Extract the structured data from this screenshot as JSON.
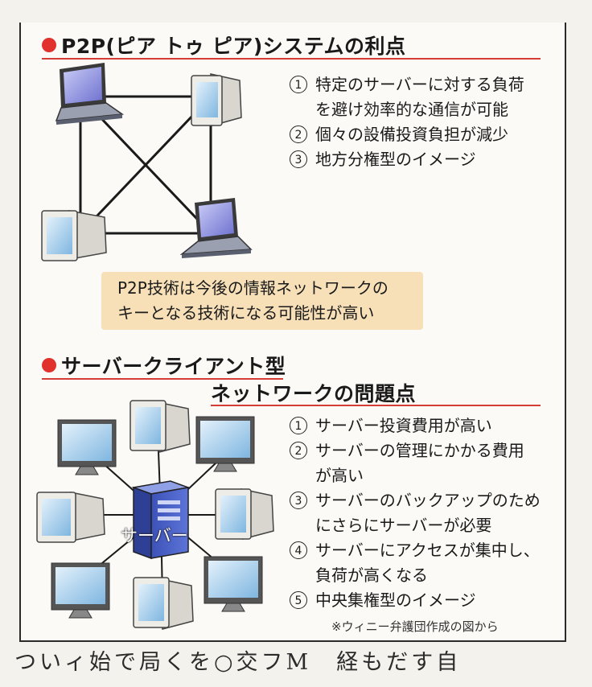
{
  "section1": {
    "title": "P2P(ピア トゥ ピア)システムの利点",
    "items": [
      {
        "num": "1",
        "lines": [
          "特定のサーバーに対する負荷",
          "を避け効率的な通信が可能"
        ]
      },
      {
        "num": "2",
        "lines": [
          "個々の設備投資負担が減少"
        ]
      },
      {
        "num": "3",
        "lines": [
          "地方分権型のイメージ"
        ]
      }
    ],
    "note": [
      "P2P技術は今後の情報ネットワークの",
      "キーとなる技術になる可能性が高い"
    ]
  },
  "section2": {
    "title_line1": "サーバークライアント型",
    "title_line2": "ネットワークの問題点",
    "server_label": "サーバー",
    "items": [
      {
        "num": "1",
        "lines": [
          "サーバー投資費用が高い"
        ]
      },
      {
        "num": "2",
        "lines": [
          "サーバーの管理にかかる費用",
          "が高い"
        ]
      },
      {
        "num": "3",
        "lines": [
          "サーバーのバックアップのため",
          "にさらにサーバーが必要"
        ]
      },
      {
        "num": "4",
        "lines": [
          "サーバーにアクセスが集中し、",
          "負荷が高くなる"
        ]
      },
      {
        "num": "5",
        "lines": [
          "中央集権型のイメージ"
        ]
      }
    ],
    "source": "※ウィニー弁護団作成の図から"
  },
  "article_text": "ついィ始で局くを○交フM　経もだす自"
}
